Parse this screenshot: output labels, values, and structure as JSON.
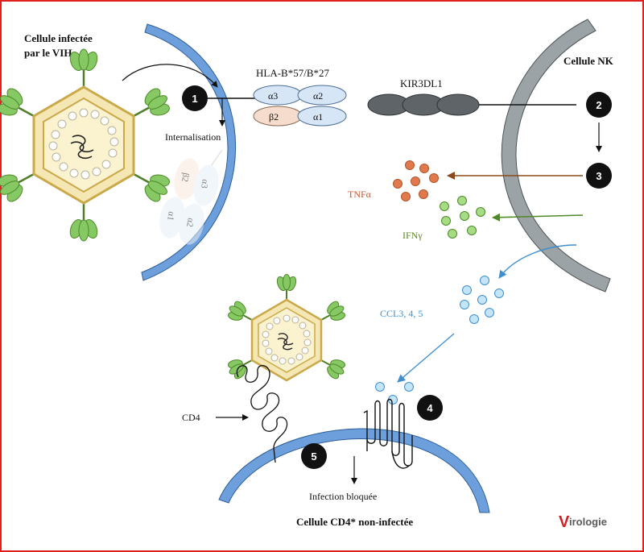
{
  "labels": {
    "infected_cell": [
      "Cellule infectée",
      "par le VIH"
    ],
    "nk_cell": "Cellule NK",
    "hla": "HLA-B*57/B*27",
    "kir": "KIR3DL1",
    "internalisation": "Internalisation",
    "tnf": "TNFα",
    "ifn": "IFNγ",
    "ccl": "CCL3, 4, 5",
    "cd4": "CD4",
    "infection_blocked": "Infection bloquée",
    "uninfected_cell": "Cellule CD4* non-infectée"
  },
  "hla_domains": {
    "a3": "α3",
    "a2": "α2",
    "b2": "β2",
    "a1": "α1"
  },
  "internalized_domains": {
    "b2": "β2",
    "a3": "α3",
    "a1": "α1",
    "a2": "α2"
  },
  "steps": [
    "1",
    "2",
    "3",
    "4",
    "5"
  ],
  "brand": {
    "initial": "V",
    "rest": "irologie"
  },
  "colors": {
    "frame": "#e0201c",
    "membrane_blue": "#6d9fdc",
    "membrane_grey": "#9ba3a6",
    "tnf": "#e07a4c",
    "ifn": "#7dc35a",
    "ccl": "#7cc4ea",
    "tnf_text": "#c8562a",
    "ifn_text": "#5a8a1e",
    "ccl_text": "#3f8fd0",
    "virus_capsid": "#f5e7b4",
    "virus_spike": "#86c864"
  }
}
